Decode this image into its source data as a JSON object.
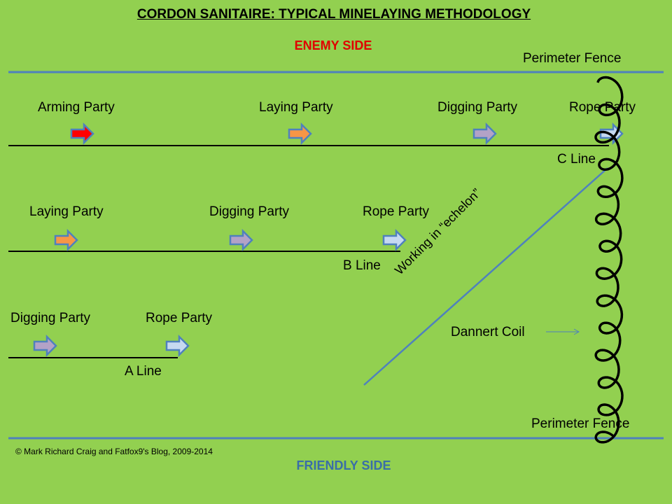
{
  "title": "CORDON SANITAIRE: TYPICAL MINELAYING METHODOLOGY",
  "enemy_side": "ENEMY SIDE",
  "friendly_side": "FRIENDLY SIDE",
  "perimeter_fence_top": "Perimeter Fence",
  "perimeter_fence_bottom": "Perimeter Fence",
  "copyright": "© Mark Richard Craig and Fatfox9's  Blog, 2009-2014",
  "echelon": "Working in “echelon”",
  "dannert": "Dannert Coil",
  "lines": {
    "c": {
      "label": "C Line",
      "parties": [
        "Arming Party",
        "Laying Party",
        "Digging Party",
        "Rope Party"
      ]
    },
    "b": {
      "label": "B Line",
      "parties": [
        "Laying Party",
        "Digging Party",
        "Rope Party"
      ]
    },
    "a": {
      "label": "A Line",
      "parties": [
        "Digging Party",
        "Rope Party"
      ]
    }
  },
  "colors": {
    "background": "#92d050",
    "fence": "#4f81bd",
    "arming": "#ff0000",
    "laying": "#f79646",
    "digging": "#b3a2c7",
    "rope": "#c6d9f1",
    "enemy": "#e00000",
    "friendly": "#3a6ea8"
  }
}
